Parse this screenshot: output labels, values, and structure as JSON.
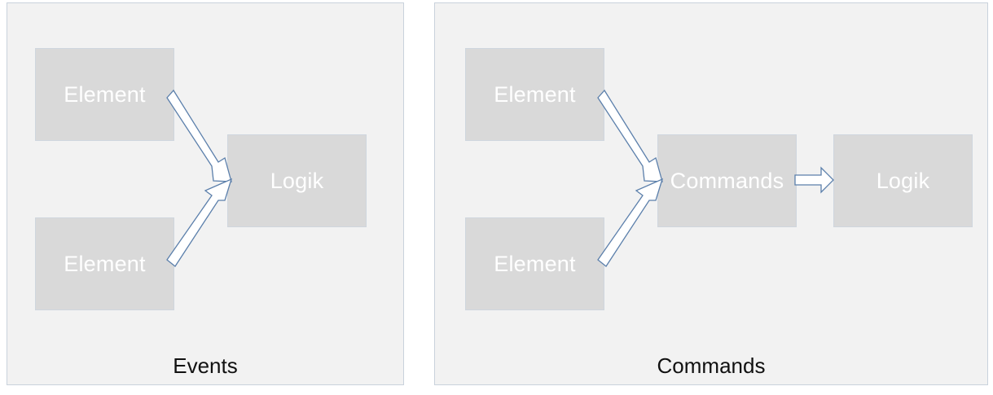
{
  "panels": [
    {
      "caption": "Events",
      "boxes": {
        "element_top": "Element",
        "element_bottom": "Element",
        "logic": "Logik"
      }
    },
    {
      "caption": "Commands",
      "boxes": {
        "element_top": "Element",
        "element_bottom": "Element",
        "commands": "Commands",
        "logic": "Logik"
      }
    }
  ],
  "colors": {
    "panel_bg": "#f2f2f2",
    "box_bg": "#d9d9d9",
    "arrow_outline": "#5b7fab",
    "box_text": "#ffffff"
  }
}
